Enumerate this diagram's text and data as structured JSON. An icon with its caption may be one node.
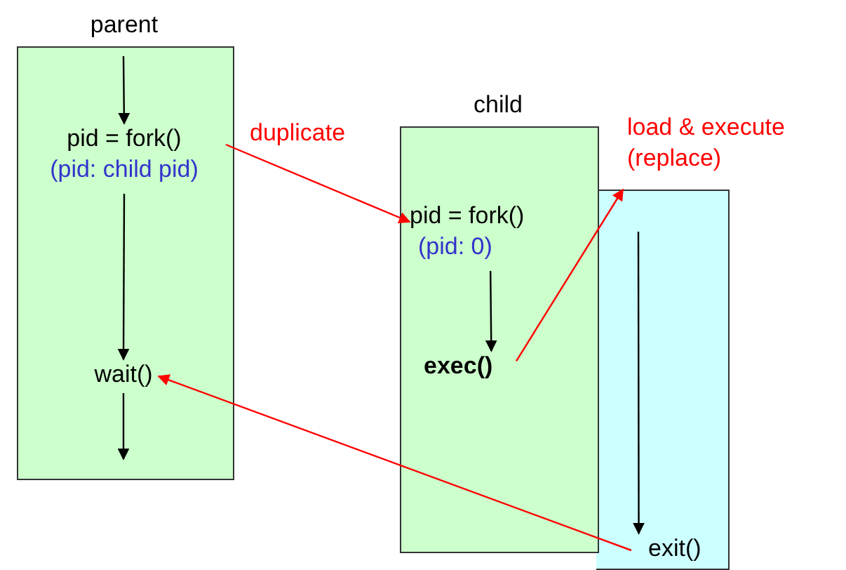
{
  "diagram": {
    "nodes": [
      {
        "text": [
          "parent"
        ]
      },
      {
        "text": [
          "pid = fork()",
          "(pid: child pid)"
        ],
        "in": 0
      },
      {
        "text": [
          "wait()"
        ],
        "in": 0
      },
      {
        "text": [
          "child"
        ]
      },
      {
        "text": [
          "pid = fork()",
          "(pid: 0)"
        ],
        "in": 3
      },
      {
        "text": [
          "exec()"
        ],
        "in": 3
      },
      {
        "text": [],
        "shape": "box"
      },
      {
        "text": [
          "exit()"
        ],
        "in": 6
      }
    ],
    "edges": [
      {
        "from": null,
        "to": 1,
        "arrow": "to"
      },
      {
        "from": 1,
        "to": 2,
        "arrow": "to"
      },
      {
        "from": 2,
        "to": null,
        "arrow": "to"
      },
      {
        "from": 1,
        "to": 4,
        "arrow": "to",
        "label": "duplicate",
        "color": "#ff0000"
      },
      {
        "from": 4,
        "to": 5,
        "arrow": "to"
      },
      {
        "from": 5,
        "to": 6,
        "arrow": "to",
        "label": "load & execute (replace)",
        "color": "#ff0000"
      },
      {
        "from": null,
        "to": 7,
        "arrow": "to"
      },
      {
        "from": 7,
        "to": 2,
        "arrow": "to",
        "color": "#ff0000"
      }
    ]
  }
}
